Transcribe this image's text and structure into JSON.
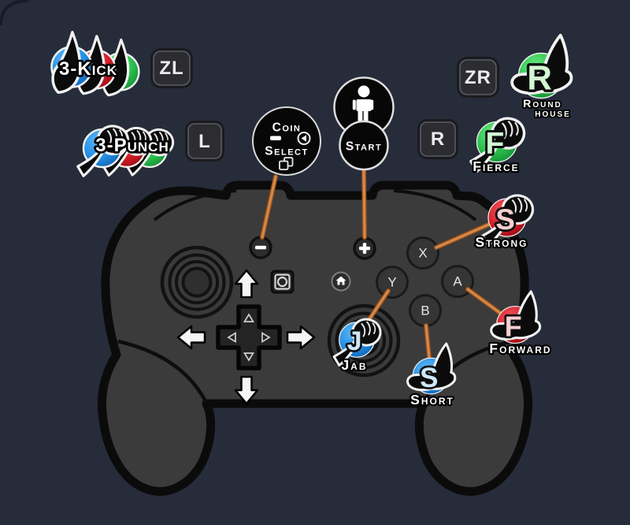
{
  "legend": {
    "kick3": {
      "label": "3-Kick"
    },
    "punch3": {
      "label": "3-Punch"
    },
    "coin_select": {
      "line1": "Coin",
      "line2": "Select"
    },
    "start": {
      "label": "Start"
    },
    "moves": {
      "roundhouse": {
        "letter": "R",
        "label_line1": "Round",
        "label_line2": "house",
        "color": "#2cc04e"
      },
      "fierce": {
        "letter": "F",
        "label": "Fierce",
        "color": "#2cc04e"
      },
      "strong": {
        "letter": "S",
        "label": "Strong",
        "color": "#d5202a"
      },
      "forward": {
        "letter": "F",
        "label": "Forward",
        "color": "#d5202a"
      },
      "jab": {
        "letter": "J",
        "label": "Jab",
        "color": "#2490e5"
      },
      "short": {
        "letter": "S",
        "label": "Short",
        "color": "#2490e5"
      }
    }
  },
  "controller": {
    "shoulder_badges": {
      "zl": "ZL",
      "l": "L",
      "r": "R",
      "zr": "ZR"
    },
    "face_buttons": {
      "x": "X",
      "y": "Y",
      "a": "A",
      "b": "B"
    }
  },
  "colors": {
    "background": "#272c3a",
    "body": "#3b3b3b",
    "outline": "#0b0b0b",
    "connector": "#d78845",
    "green": "#2cc04e",
    "red": "#d5202a",
    "blue": "#2490e5"
  }
}
